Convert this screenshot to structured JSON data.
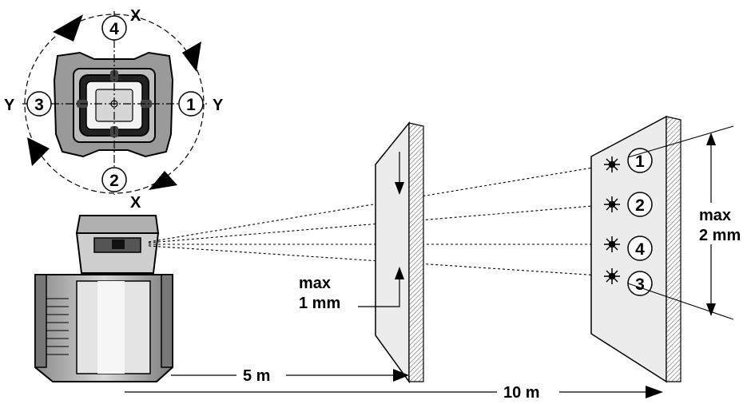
{
  "top_view": {
    "axis_x": "X",
    "axis_y": "Y",
    "positions": [
      "1",
      "2",
      "3",
      "4"
    ]
  },
  "measurement": {
    "near_distance": "5 m",
    "far_distance": "10 m",
    "near_tolerance": [
      "max",
      "1 mm"
    ],
    "far_tolerance": [
      "max",
      "2 mm"
    ],
    "target_points": [
      "1",
      "2",
      "4",
      "3"
    ]
  }
}
